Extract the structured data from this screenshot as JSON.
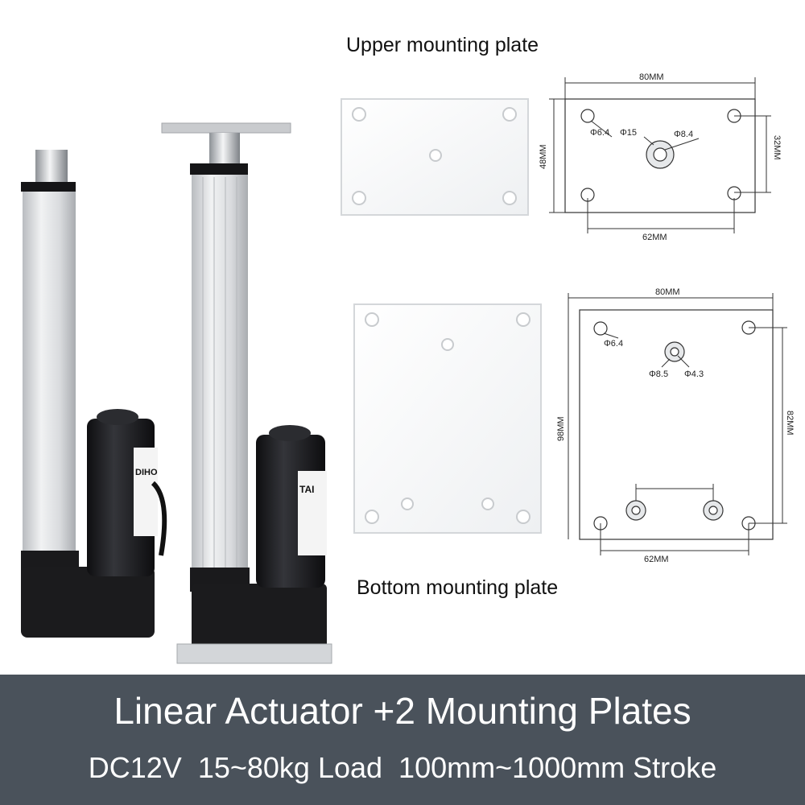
{
  "captions": {
    "upper_plate": "Upper mounting plate",
    "bottom_plate": "Bottom mounting plate"
  },
  "upper_drawing": {
    "width_dim": "80MM",
    "height_dim": "48MM",
    "hole_span_v": "32MM",
    "hole_span_h": "62MM",
    "corner_hole": "Φ6.4",
    "center_outer": "Φ15",
    "center_inner": "Φ8.4"
  },
  "bottom_drawing": {
    "width_dim": "80MM",
    "height_dim": "98MM",
    "hole_span_v": "82MM",
    "hole_span_h": "62MM",
    "corner_hole": "Φ6.4",
    "center_outer": "Φ8.5",
    "center_inner": "Φ4.3"
  },
  "actuator_labels": {
    "left_brand": "DIHO",
    "right_brand": "TAI"
  },
  "banner": {
    "title": "Linear Actuator +2 Mounting Plates",
    "subtitle": "DC12V  15~80kg Load  100mm~1000mm Stroke"
  },
  "colors": {
    "banner_bg": "#4a525b",
    "banner_text": "#ffffff",
    "motor_black": "#1c1c1e",
    "aluminium": "#d8dadd"
  }
}
